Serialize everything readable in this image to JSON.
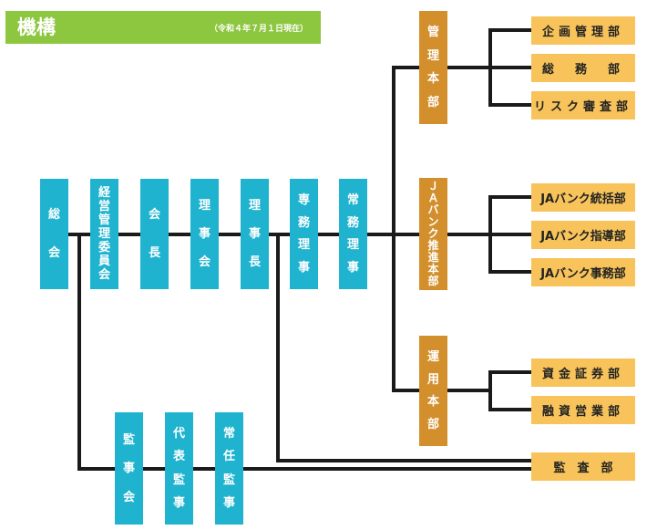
{
  "header": {
    "title": "機構",
    "date": "（令和４年７月１日現在）"
  },
  "colors": {
    "header": "#8dc63f",
    "board": "#1fb3cf",
    "hq": "#d38f2c",
    "dept": "#f7c35a",
    "line": "#1a1a1a"
  },
  "board": [
    {
      "id": "general-meeting",
      "chars": [
        "総",
        "会"
      ]
    },
    {
      "id": "management-committee",
      "chars": [
        "経",
        "営",
        "管",
        "理",
        "委",
        "員",
        "会"
      ]
    },
    {
      "id": "chairman",
      "chars": [
        "会",
        "長"
      ]
    },
    {
      "id": "board-of-directors",
      "chars": [
        "理",
        "事",
        "会"
      ]
    },
    {
      "id": "president",
      "chars": [
        "理",
        "事",
        "長"
      ]
    },
    {
      "id": "senior-managing-director",
      "chars": [
        "専",
        "務",
        "理",
        "事"
      ]
    },
    {
      "id": "managing-director",
      "chars": [
        "常",
        "務",
        "理",
        "事"
      ]
    }
  ],
  "auditors": [
    {
      "id": "audit-board",
      "chars": [
        "監",
        "事",
        "会"
      ]
    },
    {
      "id": "representative-auditor",
      "chars": [
        "代",
        "表",
        "監",
        "事"
      ]
    },
    {
      "id": "full-time-auditor",
      "chars": [
        "常",
        "任",
        "監",
        "事"
      ]
    }
  ],
  "headquarters": [
    {
      "id": "administration-hq",
      "chars": [
        "管",
        "理",
        "本",
        "部"
      ]
    },
    {
      "id": "ja-bank-hq",
      "chars": [
        "Ｊ",
        "Ａ",
        "バ",
        "ン",
        "ク",
        "推",
        "進",
        "本",
        "部"
      ]
    },
    {
      "id": "investment-hq",
      "chars": [
        "運",
        "用",
        "本",
        "部"
      ]
    }
  ],
  "departments": [
    {
      "id": "planning",
      "label": "企画管理部"
    },
    {
      "id": "general-affairs",
      "label": "総　務　部"
    },
    {
      "id": "risk-review",
      "label": "リスク審査部"
    },
    {
      "id": "ja-bank-control",
      "label": "JAバンク統括部"
    },
    {
      "id": "ja-bank-guidance",
      "label": "JAバンク指導部"
    },
    {
      "id": "ja-bank-administration",
      "label": "JAバンク事務部"
    },
    {
      "id": "securities",
      "label": "資金証券部"
    },
    {
      "id": "financing-business",
      "label": "融資営業部"
    },
    {
      "id": "audit",
      "label": "監　査　部"
    }
  ]
}
